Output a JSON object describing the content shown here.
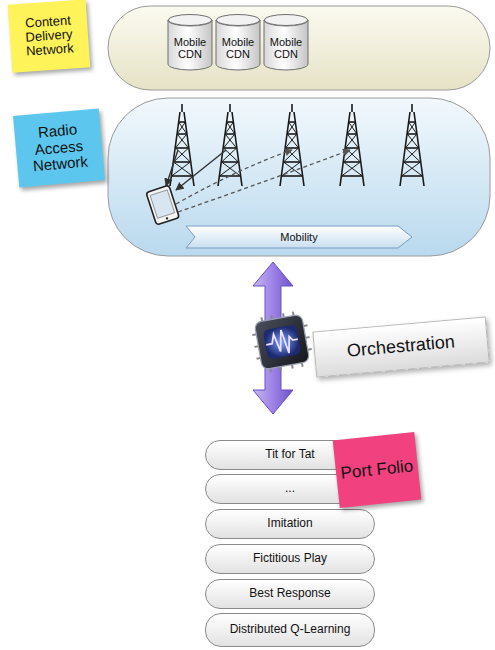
{
  "diagram": {
    "nodes": [
      {
        "text": [
          "Content Delivery Network"
        ]
      },
      {
        "text": [
          "Mobile CDN"
        ]
      },
      {
        "text": [
          "Mobile CDN"
        ]
      },
      {
        "text": [
          "Mobile CDN"
        ]
      },
      {
        "text": [
          "Radio Access Network"
        ]
      },
      {
        "text": [
          "Mobility"
        ]
      },
      {
        "text": [
          "Orchestration"
        ]
      },
      {
        "text": [
          "Tit for Tat"
        ]
      },
      {
        "text": [
          "Port Folio"
        ]
      },
      {
        "text": [
          "..."
        ]
      },
      {
        "text": [
          "Imitation"
        ]
      },
      {
        "text": [
          "Fictitious Play"
        ]
      },
      {
        "text": [
          "Best Response"
        ]
      },
      {
        "text": [
          "Distributed Q-Learning"
        ]
      }
    ]
  }
}
